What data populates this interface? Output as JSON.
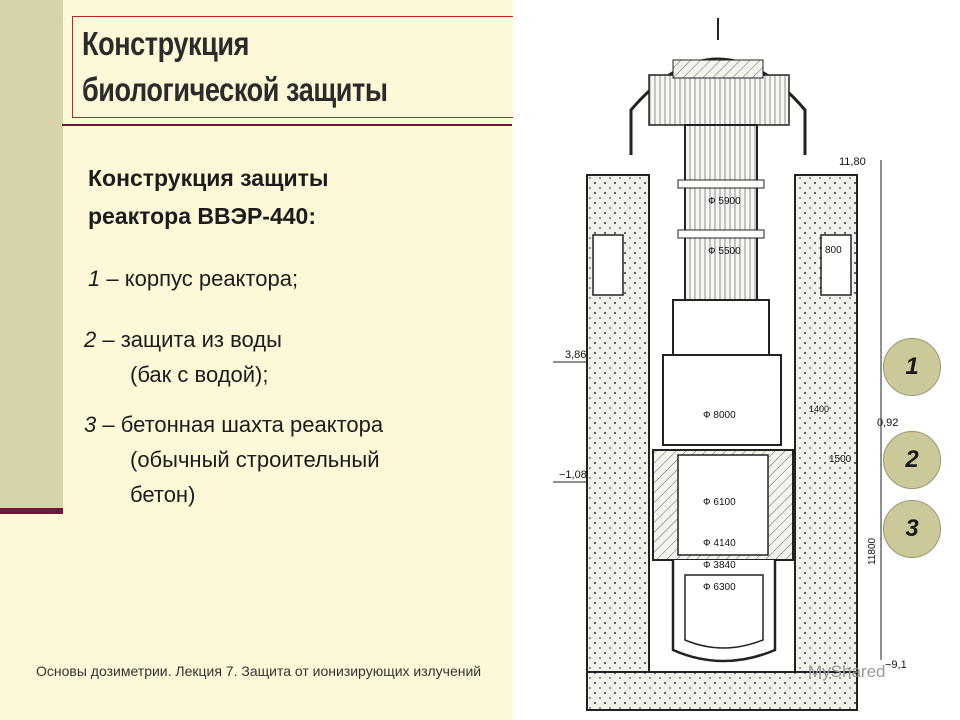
{
  "slide": {
    "title_line1": "Конструкция",
    "title_line2": "биологической защиты",
    "subtitle_line1": "Конструкция защиты",
    "subtitle_line2": "реактора ВВЭР-440:",
    "items": [
      {
        "num": "1",
        "lines": [
          "– корпус реактора;"
        ]
      },
      {
        "num": "2",
        "lines": [
          "– защита из воды",
          "(бак с водой);"
        ]
      },
      {
        "num": "3",
        "lines": [
          "– бетонная шахта реактора",
          "(обычный строительный",
          "бетон)"
        ]
      }
    ],
    "footer": "Основы дозиметрии. Лекция 7. Защита от ионизирующих излучений"
  },
  "drawing": {
    "dimensions": {
      "d5900": "Ф 5900",
      "d5500": "Ф 5500",
      "d8000": "Ф 8000",
      "d6100": "Ф 6100",
      "d4140": "Ф 4140",
      "d3840": "Ф 3840",
      "d6300": "Ф 6300"
    },
    "elevations": {
      "e1180": "11,80",
      "e386": "3,86",
      "e092": "0,92",
      "em108": "−1,08",
      "em91": "−9,1"
    },
    "sizes": {
      "s800": "800",
      "s1400": "1400",
      "s1500": "1500",
      "s11800": "11800"
    },
    "badges": [
      "1",
      "2",
      "3"
    ]
  },
  "watermark": "MyShared",
  "colors": {
    "background": "#fcf8d8",
    "sidebar": "#d6d4a8",
    "accent": "#6b1a3a",
    "title_border": "#b32a2a",
    "badge": "#cbc99a"
  }
}
